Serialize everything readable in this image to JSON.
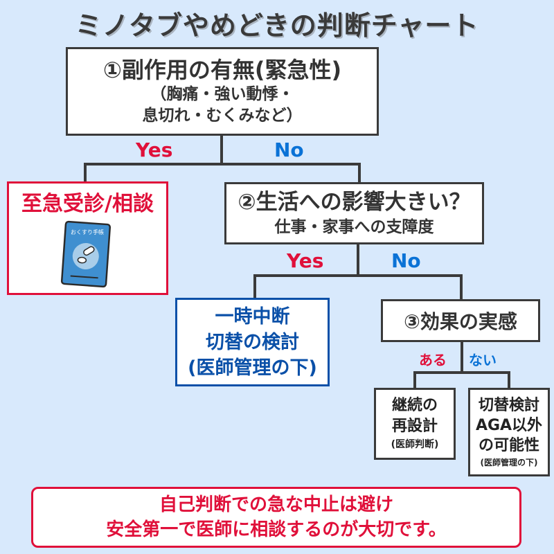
{
  "title": "ミノタブやめどきの判断チャート",
  "colors": {
    "background": "#d8e9fc",
    "yes": "#e0103a",
    "no": "#0a72d6",
    "pause_box": "#0a50a8",
    "line": "#3a3a3a",
    "book": "#3f8fd0"
  },
  "q1": {
    "title": "①副作用の有無(緊急性)",
    "detail_line1": "（胸痛・強い動悸・",
    "detail_line2": "息切れ・むくみなど）",
    "yes_label": "Yes",
    "no_label": "No"
  },
  "urgent": {
    "label": "至急受診/相談",
    "book_label": "おくすり手帳",
    "book_icon": "medicine-notebook-icon"
  },
  "q2": {
    "title": "②生活への影響大きい？",
    "detail": "仕事・家事への支障度",
    "yes_label": "Yes",
    "no_label": "No"
  },
  "pause": {
    "line1": "一時中断",
    "line2": "切替の検討",
    "line3": "(医師管理の下)"
  },
  "q3": {
    "title": "③効果の実感",
    "yes_label": "ある",
    "no_label": "ない"
  },
  "continue": {
    "line1": "継続の",
    "line2": "再設計",
    "note": "(医師判断)"
  },
  "switch": {
    "line1": "切替検討",
    "line2": "AGA以外",
    "line3": "の可能性",
    "note": "(医師管理の下)"
  },
  "footer": {
    "line1": "自己判断での急な中止は避け",
    "line2": "安全第一で医師に相談するのが大切です。"
  }
}
